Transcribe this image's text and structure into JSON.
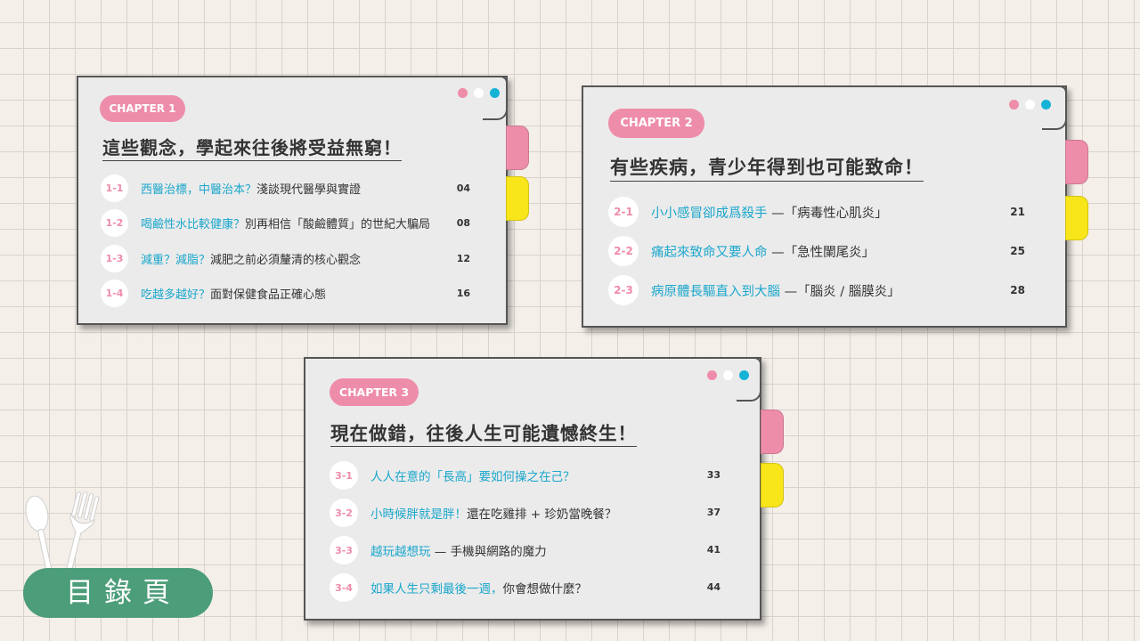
{
  "chapter1": {
    "pill": "CHAPTER 1",
    "title": "這些觀念，學起來往後將受益無窮！",
    "items": [
      {
        "num": "1-1",
        "highlight": "西醫治標，中醫治本？",
        "text": "淺談現代醫學與實證",
        "page": "04"
      },
      {
        "num": "1-2",
        "highlight": "喝鹼性水比較健康？",
        "text": "別再相信「酸鹼體質」的世紀大騙局",
        "page": "08"
      },
      {
        "num": "1-3",
        "highlight": "減重？減脂？",
        "text": "減肥之前必須釐清的核心觀念",
        "page": "12"
      },
      {
        "num": "1-4",
        "highlight": "吃越多越好？",
        "text": "面對保健食品正確心態",
        "page": "16"
      }
    ]
  },
  "chapter2": {
    "pill": "CHAPTER 2",
    "title": "有些疾病，青少年得到也可能致命！",
    "items": [
      {
        "num": "2-1",
        "highlight": "小小感冒卻成爲殺手",
        "text": "—「病毒性心肌炎」",
        "page": "21"
      },
      {
        "num": "2-2",
        "highlight": "痛起來致命又要人命",
        "text": "—「急性闌尾炎」",
        "page": "25"
      },
      {
        "num": "2-3",
        "highlight": "病原體長驅直入到大腦",
        "text": "—「腦炎 / 腦膜炎」",
        "page": "28"
      }
    ]
  },
  "chapter3": {
    "pill": "CHAPTER 3",
    "title": "現在做錯，往後人生可能遺憾終生！",
    "items": [
      {
        "num": "3-1",
        "highlight": "人人在意的「長高」要如何操之在己？",
        "text": "",
        "page": "33"
      },
      {
        "num": "3-2",
        "highlight": "小時候胖就是胖！",
        "text": "還在吃雞排 + 珍奶當晚餐？",
        "page": "37"
      },
      {
        "num": "3-3",
        "highlight": "越玩越想玩",
        "text": "— 手機與網路的魔力",
        "page": "41"
      },
      {
        "num": "3-4",
        "highlight": "如果人生只剩最後一週，",
        "text": "你會想做什麼？",
        "page": "44"
      }
    ]
  },
  "badge": {
    "label": "目錄頁"
  },
  "colors": {
    "pink": "#ee8daa",
    "blue": "#17b3d7",
    "yellow": "#f8e51a",
    "green": "#4c9d79",
    "highlight": "#1ba7cc"
  },
  "icons": [
    "spoon-icon",
    "fork-icon"
  ]
}
